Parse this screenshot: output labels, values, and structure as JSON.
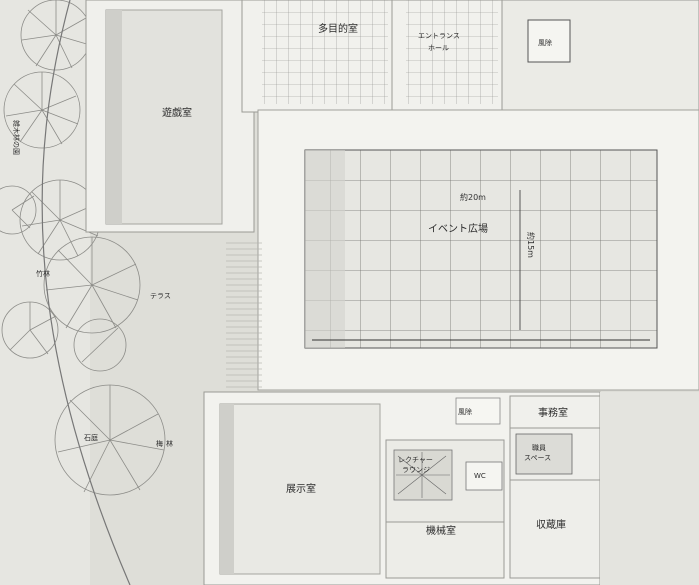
{
  "rooms": {
    "multipurpose": "多目的室",
    "entrance_hall_line1": "エントランス",
    "entrance_hall_line2": "ホール",
    "storage_top": "風除",
    "play_room": "遊戯室",
    "event_plaza": "イベント広場",
    "exhibition_room": "展示室",
    "office": "事務室",
    "staff_space_line1": "職員",
    "staff_space_line2": "スペース",
    "storage_bottom": "収蔵庫",
    "machine_room": "機械室",
    "windbreak_bottom": "風除",
    "lab_line1": "レクチャー",
    "lab_line2": "ラウンジ",
    "wc": "WC"
  },
  "garden": {
    "bamboo": "竹林",
    "rock_garden": "石庭",
    "terrace": "テラス",
    "forest_line1": "梅",
    "forest_line2": "林",
    "side_text": "雑木林の園"
  },
  "dimensions": {
    "width": "約20m",
    "depth": "約15m"
  }
}
